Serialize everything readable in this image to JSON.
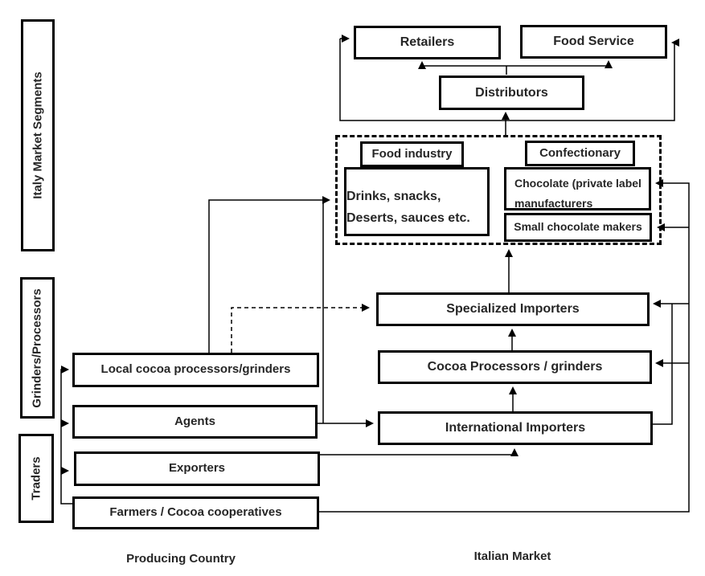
{
  "diagram": {
    "side_labels": {
      "italy_market_segments": "Italy Market Segments",
      "grinders_processors": "Grinders/Processors",
      "traders": "Traders"
    },
    "top_row": {
      "retailers": "Retailers",
      "food_service": "Food Service",
      "distributors": "Distributors"
    },
    "market_segments": {
      "food_industry_title": "Food industry",
      "food_industry_line1": "Drinks, snacks,",
      "food_industry_line2": "Deserts, sauces etc.",
      "confectionary_title": "Confectionary",
      "chocolate_line1": "Chocolate (private label",
      "chocolate_line2": "manufacturers",
      "small_chocolate_makers": "Small chocolate makers"
    },
    "italian_chain": {
      "specialized_importers": "Specialized Importers",
      "cocoa_processors": "Cocoa Processors / grinders",
      "international_importers": "International Importers"
    },
    "producing_chain": {
      "local_processors": "Local cocoa processors/grinders",
      "agents": "Agents",
      "exporters": "Exporters",
      "farmers": "Farmers / Cocoa cooperatives"
    },
    "captions": {
      "producing_country": "Producing Country",
      "italian_market": "Italian Market"
    },
    "colors": {
      "line": "#000000",
      "text": "#262626",
      "background": "#ffffff"
    }
  }
}
